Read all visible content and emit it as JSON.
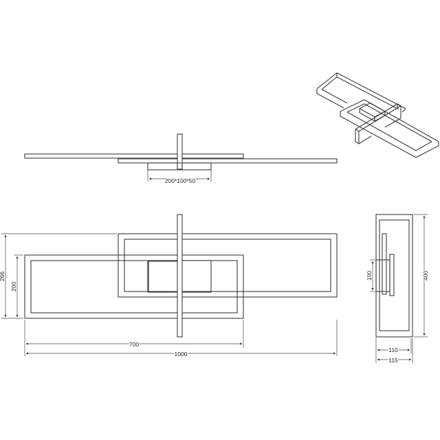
{
  "dimensions": {
    "box_size": "200*100*50",
    "width_inner": "700",
    "width_total": "1000",
    "height_total": "266",
    "height_frame": "200",
    "side_box": "100",
    "side_height": "400",
    "side_depth_inner": "110",
    "side_depth_outer": "115"
  }
}
